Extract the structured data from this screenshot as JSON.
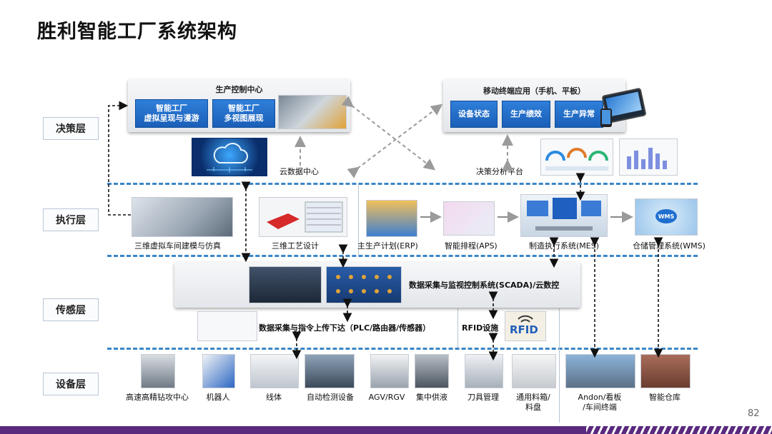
{
  "title": "胜利智能工厂系统架构",
  "page_number": "82",
  "layers": {
    "decision": "决策层",
    "execution": "执行层",
    "sensing": "传感层",
    "equipment": "设备层"
  },
  "decision": {
    "control_center": {
      "title": "生产控制中心",
      "btn1_line1": "智能工厂",
      "btn1_line2": "虚拟呈现与漫游",
      "btn2_line1": "智能工厂",
      "btn2_line2": "多视图展现"
    },
    "mobile": {
      "title": "移动终端应用（手机、平板）",
      "btn1": "设备状态",
      "btn2": "生产绩效",
      "btn3": "生产异常"
    },
    "cloud_label": "云数据中心",
    "analysis_label": "决策分析平台"
  },
  "execution": {
    "sim": "三维虚拟车间建模与仿真",
    "process": "三维工艺设计",
    "erp": "主生产计划(ERP)",
    "aps": "智能排程(APS)",
    "mes": "制造执行系统(MES)",
    "wms": "仓储管理系统(WMS)",
    "wms_logo": "WMS"
  },
  "sensing": {
    "scada": "数据采集与监视控制系统(SCADA)/云数控",
    "plc": "数据采集与指令上传下达（PLC/路由器/传感器）",
    "rfid_label": "RFID设施",
    "rfid_logo": "RFID"
  },
  "equipment": {
    "items": [
      {
        "line1": "高速高精钻攻中心",
        "line2": ""
      },
      {
        "line1": "机器人",
        "line2": ""
      },
      {
        "line1": "线体",
        "line2": ""
      },
      {
        "line1": "自动检测设备",
        "line2": ""
      },
      {
        "line1": "AGV/RGV",
        "line2": ""
      },
      {
        "line1": "集中供液",
        "line2": ""
      },
      {
        "line1": "刀具管理",
        "line2": ""
      },
      {
        "line1": "通用料箱/",
        "line2": "料盘"
      },
      {
        "line1": "Andon/看板",
        "line2": "/车间终端"
      },
      {
        "line1": "智能仓库",
        "line2": ""
      }
    ]
  },
  "colors": {
    "accent_blue": "#1f6fcf",
    "dash_blue": "#3a86c8",
    "footer_purple": "#5a2a7e"
  }
}
